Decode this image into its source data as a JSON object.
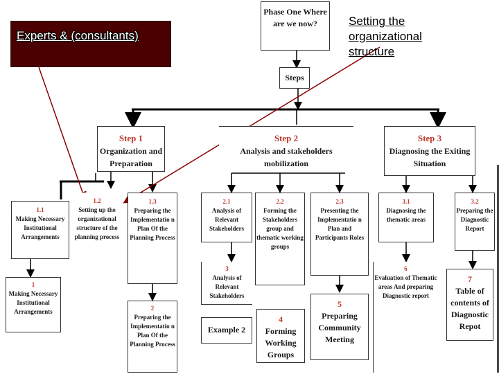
{
  "experts_label": "Experts & (consultants)",
  "callout_label": "Setting the organizational structure",
  "phase": "Phase One Where are we now?",
  "steps_label": "Steps",
  "step1": {
    "num": "Step 1",
    "title": "Organization and Preparation"
  },
  "step2": {
    "num": "Step 2",
    "title": "Analysis and stakeholders mobilization"
  },
  "step3": {
    "num": "Step 3",
    "title": "Diagnosing the Exiting Situation"
  },
  "b11": {
    "num": "1.1",
    "title": "Making Necessary Institutional Arrangements"
  },
  "b12": {
    "num": "1.2",
    "title": "Setting up the organizational structure of the planning process"
  },
  "b13": {
    "num": "1.3",
    "title": "Preparing the Implementatio n Plan Of the Planning Process"
  },
  "b21": {
    "num": "2.1",
    "title": "Analysis of Relevant Stakeholders"
  },
  "b22": {
    "num": "2.2",
    "title": "Forming the Stakeholders group and thematic working groups"
  },
  "b23": {
    "num": "2.3",
    "title": "Presenting the Implementatio n Plan and Participants Roles"
  },
  "b31": {
    "num": "3.1",
    "title": "Diagnosing the thematic areas"
  },
  "b32": {
    "num": "3.2",
    "title": "Preparing the Diagnostic Report"
  },
  "o1": {
    "num": "1",
    "title": "Making Necessary Institutional Arrangements"
  },
  "o2": {
    "num": "2",
    "title": "Preparing the Implementatio n Plan Of the Planning Process"
  },
  "o3": {
    "num": "3",
    "title": "Analysis of Relevant Stakeholders"
  },
  "o4": {
    "num": "4",
    "title": "Forming Working Groups"
  },
  "o5": {
    "num": "5",
    "title": "Preparing Community Meeting"
  },
  "o6": {
    "num": "6",
    "title": "Evaluation of Thematic areas And preparing Diagnostic report"
  },
  "o7": {
    "num": "7",
    "title": "Table of contents of Diagnostic Repot"
  },
  "example2": "Example 2"
}
